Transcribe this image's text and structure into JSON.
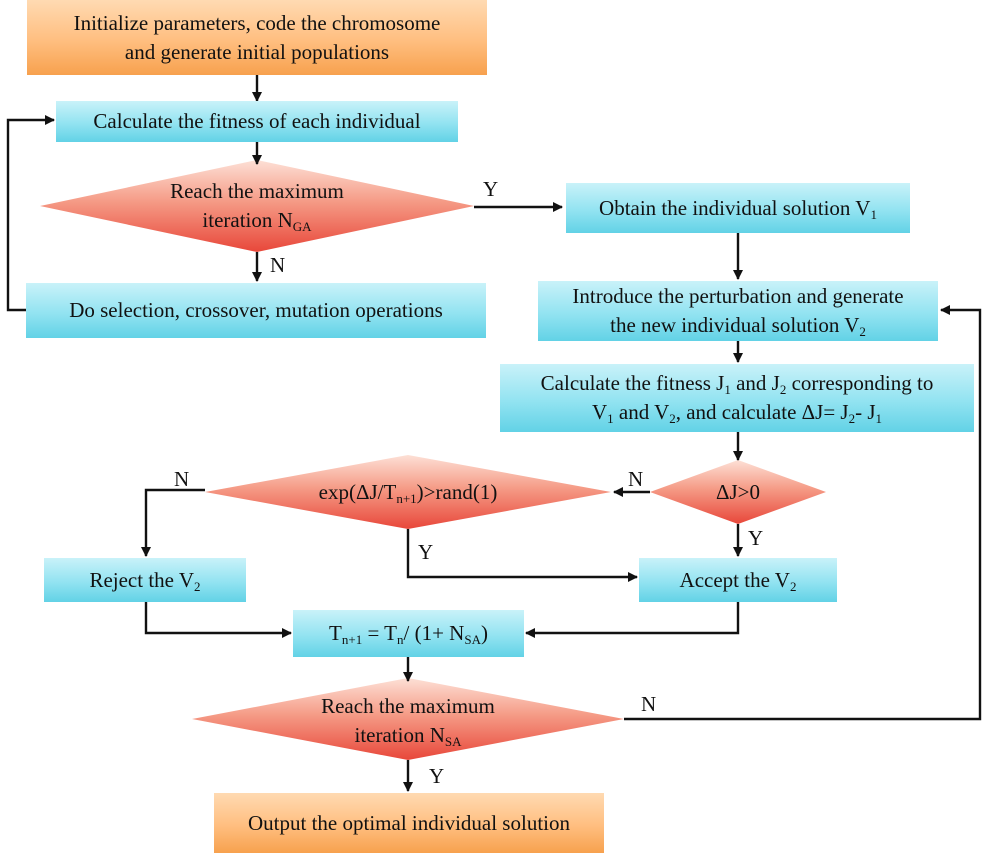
{
  "nodes": {
    "init": {
      "line1": "Initialize parameters, code the chromosome",
      "line2": "and generate initial populations"
    },
    "fitness_ga": {
      "text": "Calculate the fitness of each individual"
    },
    "max_ga": {
      "line1": "Reach the maximum",
      "line2_prefix": "iteration N",
      "line2_sub": "GA"
    },
    "operations": {
      "text": "Do selection, crossover, mutation operations"
    },
    "obtain_v1": {
      "prefix": "Obtain the individual solution V",
      "sub": "1"
    },
    "perturb": {
      "line1": "Introduce the perturbation and generate",
      "line2_prefix": "the new individual solution V",
      "line2_sub": "2"
    },
    "fitness_j": {
      "l1_a": "Calculate the fitness J",
      "l1_s1": "1",
      "l1_b": " and J",
      "l1_s2": "2",
      "l1_c": " corresponding to",
      "l2_a": "V",
      "l2_s1": "1",
      "l2_b": " and V",
      "l2_s2": "2",
      "l2_c": ",  and calculate ΔJ= J",
      "l2_s3": "2",
      "l2_d": "- J",
      "l2_s4": "1"
    },
    "delta_check": {
      "text": "ΔJ>0"
    },
    "exp_check": {
      "a": "exp(ΔJ/T",
      "sub": "n+1",
      "b": ")>rand(1)"
    },
    "reject": {
      "prefix": "Reject the V",
      "sub": "2"
    },
    "accept": {
      "prefix": "Accept the V",
      "sub": "2"
    },
    "temp_update": {
      "a": "T",
      "s1": "n+1",
      "b": " = T",
      "s2": "n",
      "c": "/ (1+ N",
      "s3": "SA",
      "d": ")"
    },
    "max_sa": {
      "line1": "Reach the maximum",
      "line2_prefix": "iteration N",
      "line2_sub": "SA"
    },
    "output": {
      "text": "Output the optimal individual solution"
    }
  },
  "edge_labels": {
    "ga_yes": "Y",
    "ga_no": "N",
    "delta_no": "N",
    "delta_yes": "Y",
    "exp_no": "N",
    "exp_yes": "Y",
    "sa_no": "N",
    "sa_yes": "Y"
  },
  "colors": {
    "process_fill": "#92e3f1",
    "terminal_fill": "#ffbe7f",
    "decision_fill": "#f26a5b",
    "arrow": "#111111"
  }
}
